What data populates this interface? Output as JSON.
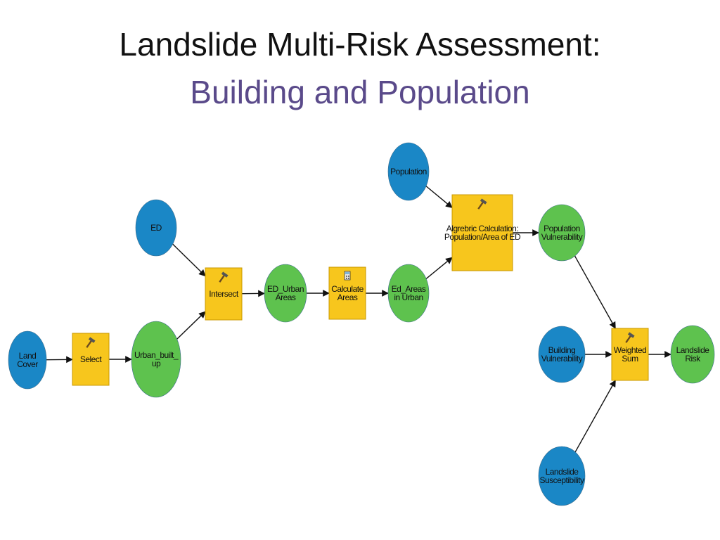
{
  "title": {
    "main": "Landslide Multi-Risk Assessment:",
    "sub": "Building and Population"
  },
  "colors": {
    "input": "#1a87c6",
    "output": "#5ec24e",
    "tool": "#f7c61d",
    "tool_border": "#c89800",
    "arrow": "#111111"
  },
  "icons": {
    "tool": "hammer-icon",
    "calculator_tool": "calculator-icon"
  },
  "nodes": {
    "land_cover": {
      "kind": "input",
      "lines": [
        "Land",
        "Cover"
      ]
    },
    "select": {
      "kind": "tool",
      "lines": [
        "Select"
      ]
    },
    "urban_built_up": {
      "kind": "output",
      "lines": [
        "Urban_built_",
        "up"
      ]
    },
    "ed": {
      "kind": "input",
      "lines": [
        "ED"
      ]
    },
    "intersect": {
      "kind": "tool",
      "lines": [
        "Intersect"
      ]
    },
    "ed_urban_areas": {
      "kind": "output",
      "lines": [
        "ED_Urban",
        "Areas"
      ]
    },
    "calculate_areas": {
      "kind": "tool",
      "lines": [
        "Calculate",
        "Areas"
      ]
    },
    "ed_areas_in_urban": {
      "kind": "output",
      "lines": [
        "Ed_Areas",
        "in Urban"
      ]
    },
    "population": {
      "kind": "input",
      "lines": [
        "Population"
      ]
    },
    "algebric_calculation": {
      "kind": "tool",
      "lines": [
        "Algrebric Calculation:",
        "Population/Area of ED"
      ]
    },
    "population_vulnerability": {
      "kind": "output",
      "lines": [
        "Population",
        "Vulnerability"
      ]
    },
    "building_vulnerability": {
      "kind": "input",
      "lines": [
        "Building",
        "Vulnerability"
      ]
    },
    "weighted_sum": {
      "kind": "tool",
      "lines": [
        "Weighted",
        "Sum"
      ]
    },
    "landslide_risk": {
      "kind": "output",
      "lines": [
        "Landslide",
        "Risk"
      ]
    },
    "landslide_susceptibility": {
      "kind": "input",
      "lines": [
        "Landslide",
        "Susceptibility"
      ]
    }
  },
  "edges": [
    [
      "land_cover",
      "select"
    ],
    [
      "select",
      "urban_built_up"
    ],
    [
      "urban_built_up",
      "intersect"
    ],
    [
      "ed",
      "intersect"
    ],
    [
      "intersect",
      "ed_urban_areas"
    ],
    [
      "ed_urban_areas",
      "calculate_areas"
    ],
    [
      "calculate_areas",
      "ed_areas_in_urban"
    ],
    [
      "ed_areas_in_urban",
      "algebric_calculation"
    ],
    [
      "population",
      "algebric_calculation"
    ],
    [
      "algebric_calculation",
      "population_vulnerability"
    ],
    [
      "population_vulnerability",
      "weighted_sum"
    ],
    [
      "building_vulnerability",
      "weighted_sum"
    ],
    [
      "landslide_susceptibility",
      "weighted_sum"
    ],
    [
      "weighted_sum",
      "landslide_risk"
    ]
  ]
}
